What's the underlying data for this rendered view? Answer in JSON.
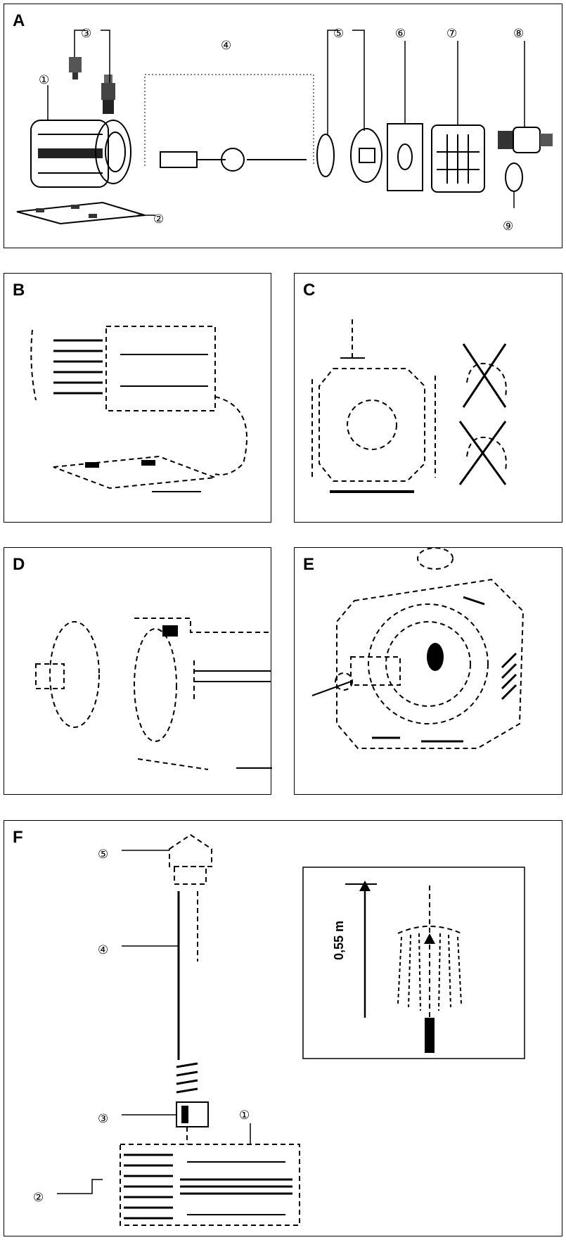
{
  "panels": {
    "a": {
      "letter": "A"
    },
    "b": {
      "letter": "B"
    },
    "c": {
      "letter": "C"
    },
    "d": {
      "letter": "D"
    },
    "e": {
      "letter": "E"
    },
    "f": {
      "letter": "F"
    }
  },
  "callouts_a": [
    "①",
    "②",
    "③",
    "④",
    "⑤",
    "⑥",
    "⑦",
    "⑧",
    "⑨"
  ],
  "callouts_f": [
    "①",
    "②",
    "③",
    "④",
    "⑤"
  ],
  "height_label": "0,55 m",
  "colors": {
    "line": "#000000",
    "background": "#ffffff"
  }
}
